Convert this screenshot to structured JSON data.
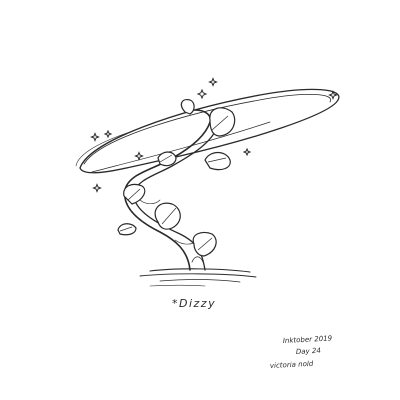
{
  "caption": "*Dizzy",
  "signature": {
    "line1": "Inktober 2019",
    "line2": "Day 24",
    "artist": "victoria nold"
  },
  "colors": {
    "ink": "#2a2a2a",
    "paper": "#ffffff"
  }
}
